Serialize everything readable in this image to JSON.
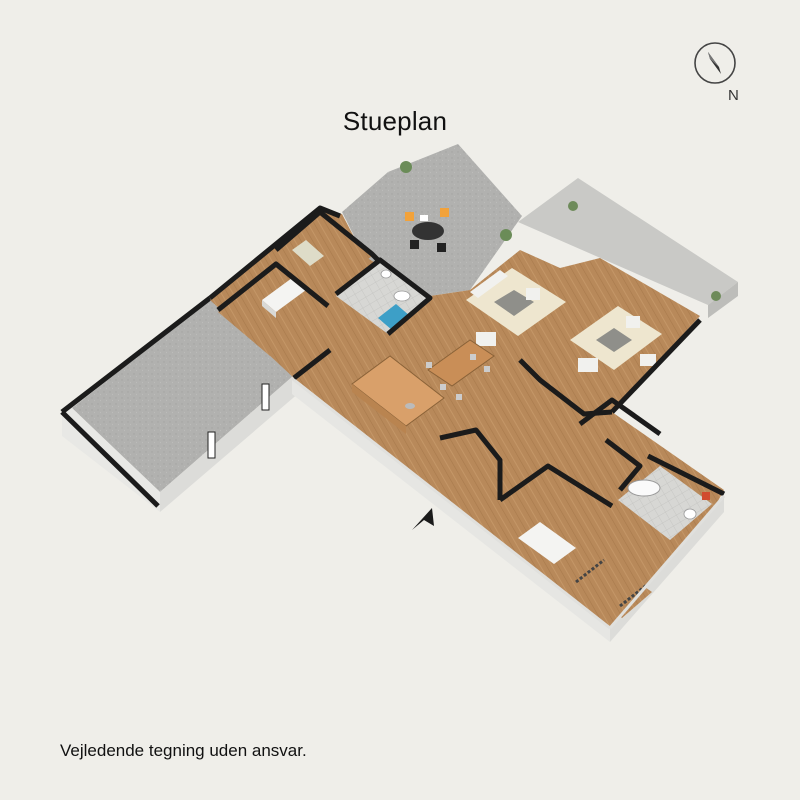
{
  "title": "Stueplan",
  "disclaimer": "Vejledende tegning uden ansvar.",
  "compass": {
    "label": "N",
    "icon": "compass-icon"
  },
  "entrance": {
    "icon": "entrance-arrow-icon"
  },
  "colors": {
    "background": "#efeee9",
    "wall": "#1b1b1b",
    "wall_side": "#e9e9e6",
    "wood_floor": "#b8895a",
    "terrace": "#b2b2b0",
    "carport": "#a9a9a7",
    "rug": "#eee6cf"
  }
}
